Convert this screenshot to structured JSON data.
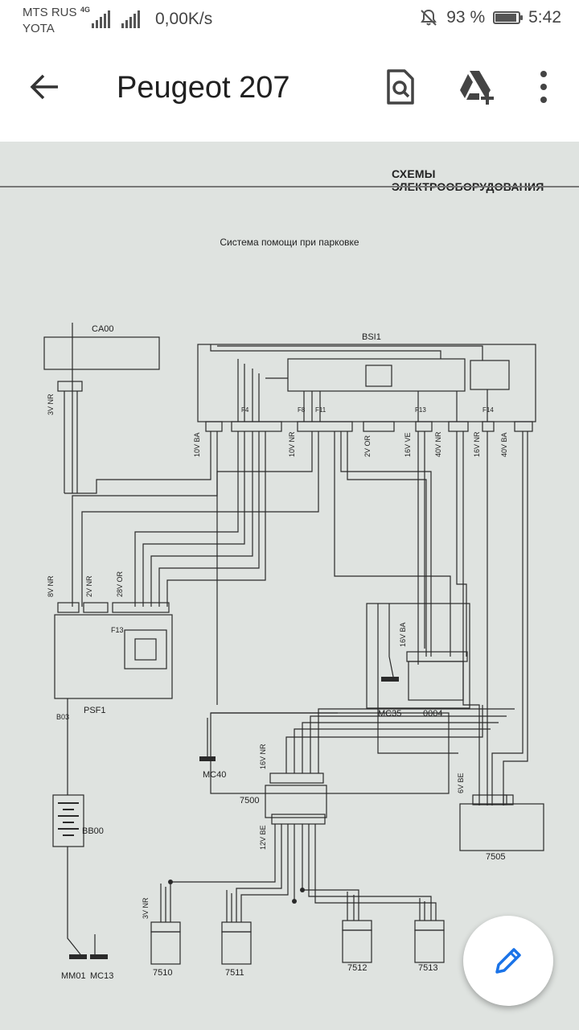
{
  "status_bar": {
    "carrier_primary": "MTS RUS",
    "carrier_secondary": "YOTA",
    "network_badge": "4G",
    "network_speed": "0,00K/s",
    "battery_percent": "93 %",
    "battery_level": 0.93,
    "time": "5:42",
    "icons": [
      "signal-icon",
      "mute-icon",
      "battery-icon"
    ]
  },
  "app_bar": {
    "title": "Peugeot 207",
    "icons": [
      "back-arrow-icon",
      "search-document-icon",
      "drive-add-icon",
      "more-vert-icon"
    ]
  },
  "document": {
    "header": "СХЕМЫ ЭЛЕКТРООБОРУДОВАНИЯ",
    "subtitle": "Система помощи при парковке",
    "labels": {
      "ca00": "CA00",
      "bsi1": "BSI1",
      "psf1": "PSF1",
      "bb00": "BB00",
      "mc40": "MC40",
      "mc35": "MC35",
      "c0004": "0004",
      "m7500": "7500",
      "m7505": "7505",
      "mm01": "MM01",
      "mc13": "MC13",
      "s7510": "7510",
      "s7511": "7511",
      "s7512": "7512",
      "s7513": "7513",
      "f13": "F13",
      "b03": "B03",
      "fuse_f4": "F4",
      "fuse_f8": "F8",
      "fuse_f11": "F11",
      "fuse_f13": "F13",
      "fuse_f14": "F14",
      "w_ca00": "3V NR",
      "w_bsi_a": "10V BA",
      "w_bsi_b": "10V NR",
      "w_bsi_c": "2V OR",
      "w_bsi_d": "16V VE",
      "w_bsi_e": "40V NR",
      "w_bsi_f": "16V NR",
      "w_bsi_g": "40V BA",
      "w_psf_a": "8V NR",
      "w_psf_b": "2V NR",
      "w_psf_c": "28V OR",
      "w_0004": "16V BA",
      "w_7500": "16V NR",
      "w_7500b": "12V BE",
      "w_7505": "6V BE",
      "w_7510": "3V NR"
    }
  },
  "fab": {
    "icon": "pencil-icon"
  }
}
